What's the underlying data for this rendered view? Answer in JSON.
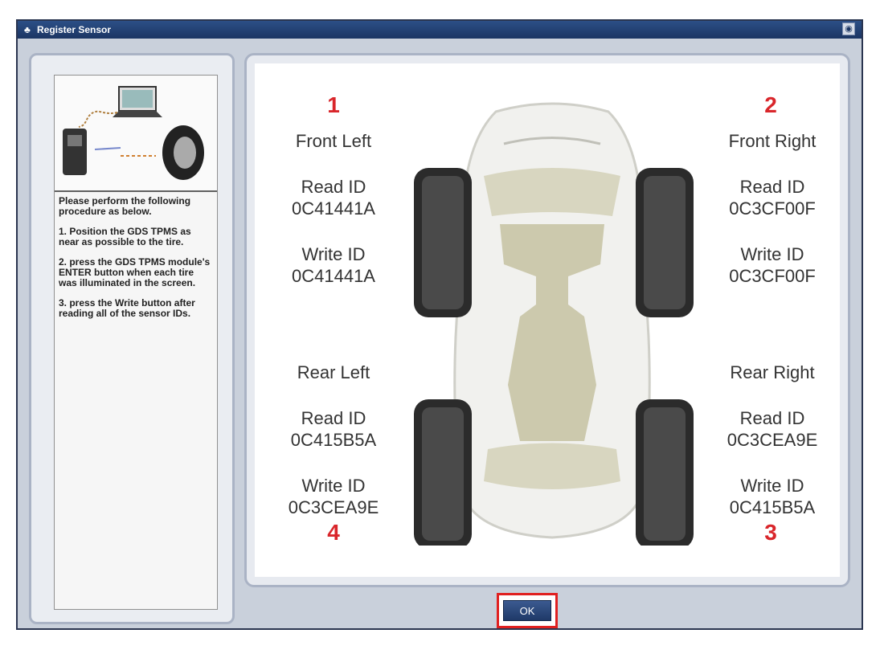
{
  "window": {
    "title": "Register Sensor",
    "title_icon": "app-icon",
    "close_icon": "close-icon"
  },
  "instructions": {
    "intro": "Please perform the following procedure as below.",
    "step1": "1. Position the GDS TPMS as near as possible to the tire.",
    "step2": "2. press the GDS TPMS module's ENTER button when each tire was illuminated in the screen.",
    "step3": "3. press the Write button after reading all of the sensor IDs."
  },
  "tires": {
    "front_left": {
      "number": "1",
      "name": "Front Left",
      "read_label": "Read ID",
      "read_id": "0C41441A",
      "write_label": "Write ID",
      "write_id": "0C41441A"
    },
    "front_right": {
      "number": "2",
      "name": "Front Right",
      "read_label": "Read ID",
      "read_id": "0C3CF00F",
      "write_label": "Write ID",
      "write_id": "0C3CF00F"
    },
    "rear_left": {
      "number": "4",
      "name": "Rear Left",
      "read_label": "Read ID",
      "read_id": "0C415B5A",
      "write_label": "Write ID",
      "write_id": "0C3CEA9E"
    },
    "rear_right": {
      "number": "3",
      "name": "Rear Right",
      "read_label": "Read ID",
      "read_id": "0C3CEA9E",
      "write_label": "Write ID",
      "write_id": "0C415B5A"
    }
  },
  "buttons": {
    "ok_label": "OK"
  },
  "colors": {
    "number_red": "#d9262b",
    "title_bar": "#1b3563",
    "highlight_border": "#e02020"
  }
}
